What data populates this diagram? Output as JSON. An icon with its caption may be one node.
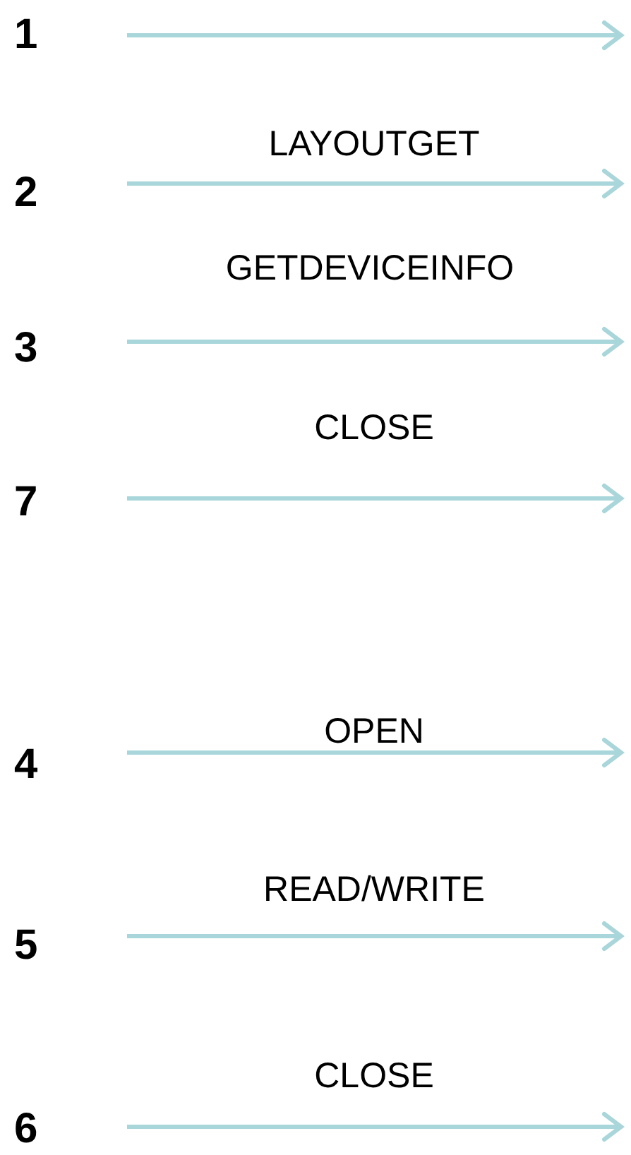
{
  "diagram": {
    "labels": [
      "1",
      "LAYOUTGET",
      "2",
      "GETDEVICEINFO",
      "3",
      "CLOSE",
      "7",
      "OPEN",
      "4",
      "READ/WRITE",
      "5",
      "CLOSE",
      "6"
    ]
  }
}
